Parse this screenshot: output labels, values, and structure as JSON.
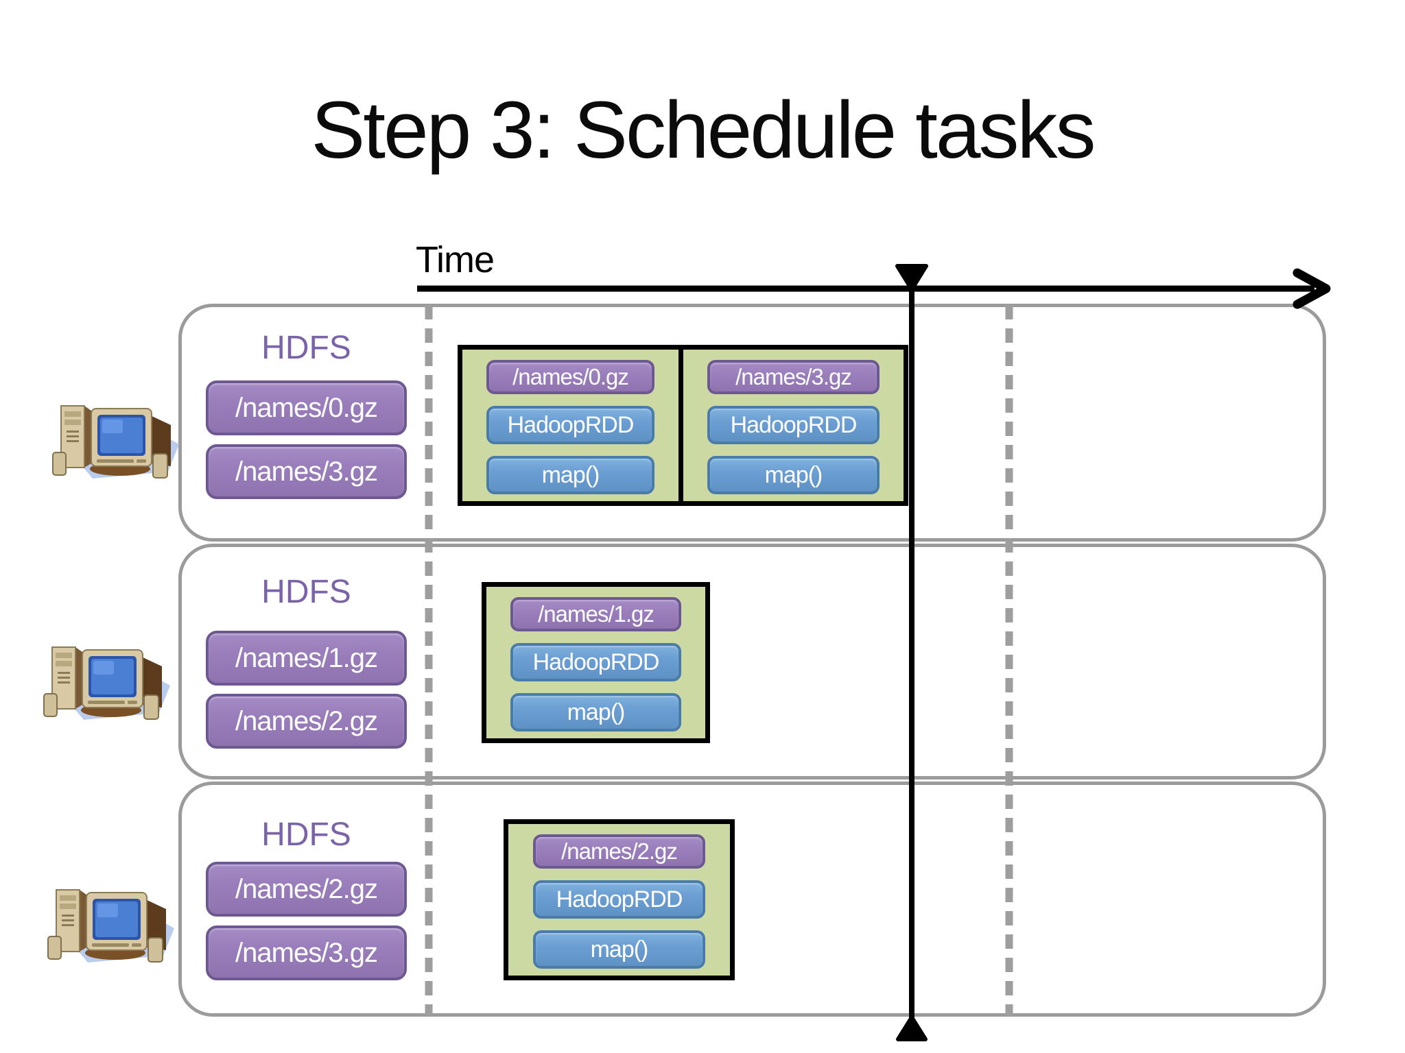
{
  "title": "Step 3: Schedule tasks",
  "timeline": {
    "axis_label": "Time"
  },
  "colors": {
    "purple_box_fill": "#9a7fbc",
    "purple_box_border": "#6d5892",
    "hdfs_text": "#7a63a8",
    "blue_box_fill": "#6b9ed3",
    "blue_box_border": "#4a7cab",
    "task_card_fill": "#cdd9a3",
    "task_card_border": "#000000",
    "lane_border": "#9b9b9b",
    "dashed_line": "#9e9e9e",
    "axis": "#000000"
  },
  "lanes": [
    {
      "storage_label": "HDFS",
      "files": [
        "/names/0.gz",
        "/names/3.gz"
      ],
      "tasks": [
        {
          "file": "/names/0.gz",
          "rdd": "HadoopRDD",
          "op": "map()"
        },
        {
          "file": "/names/3.gz",
          "rdd": "HadoopRDD",
          "op": "map()"
        }
      ]
    },
    {
      "storage_label": "HDFS",
      "files": [
        "/names/1.gz",
        "/names/2.gz"
      ],
      "tasks": [
        {
          "file": "/names/1.gz",
          "rdd": "HadoopRDD",
          "op": "map()"
        }
      ]
    },
    {
      "storage_label": "HDFS",
      "files": [
        "/names/2.gz",
        "/names/3.gz"
      ],
      "tasks": [
        {
          "file": "/names/2.gz",
          "rdd": "HadoopRDD",
          "op": "map()"
        }
      ]
    }
  ]
}
